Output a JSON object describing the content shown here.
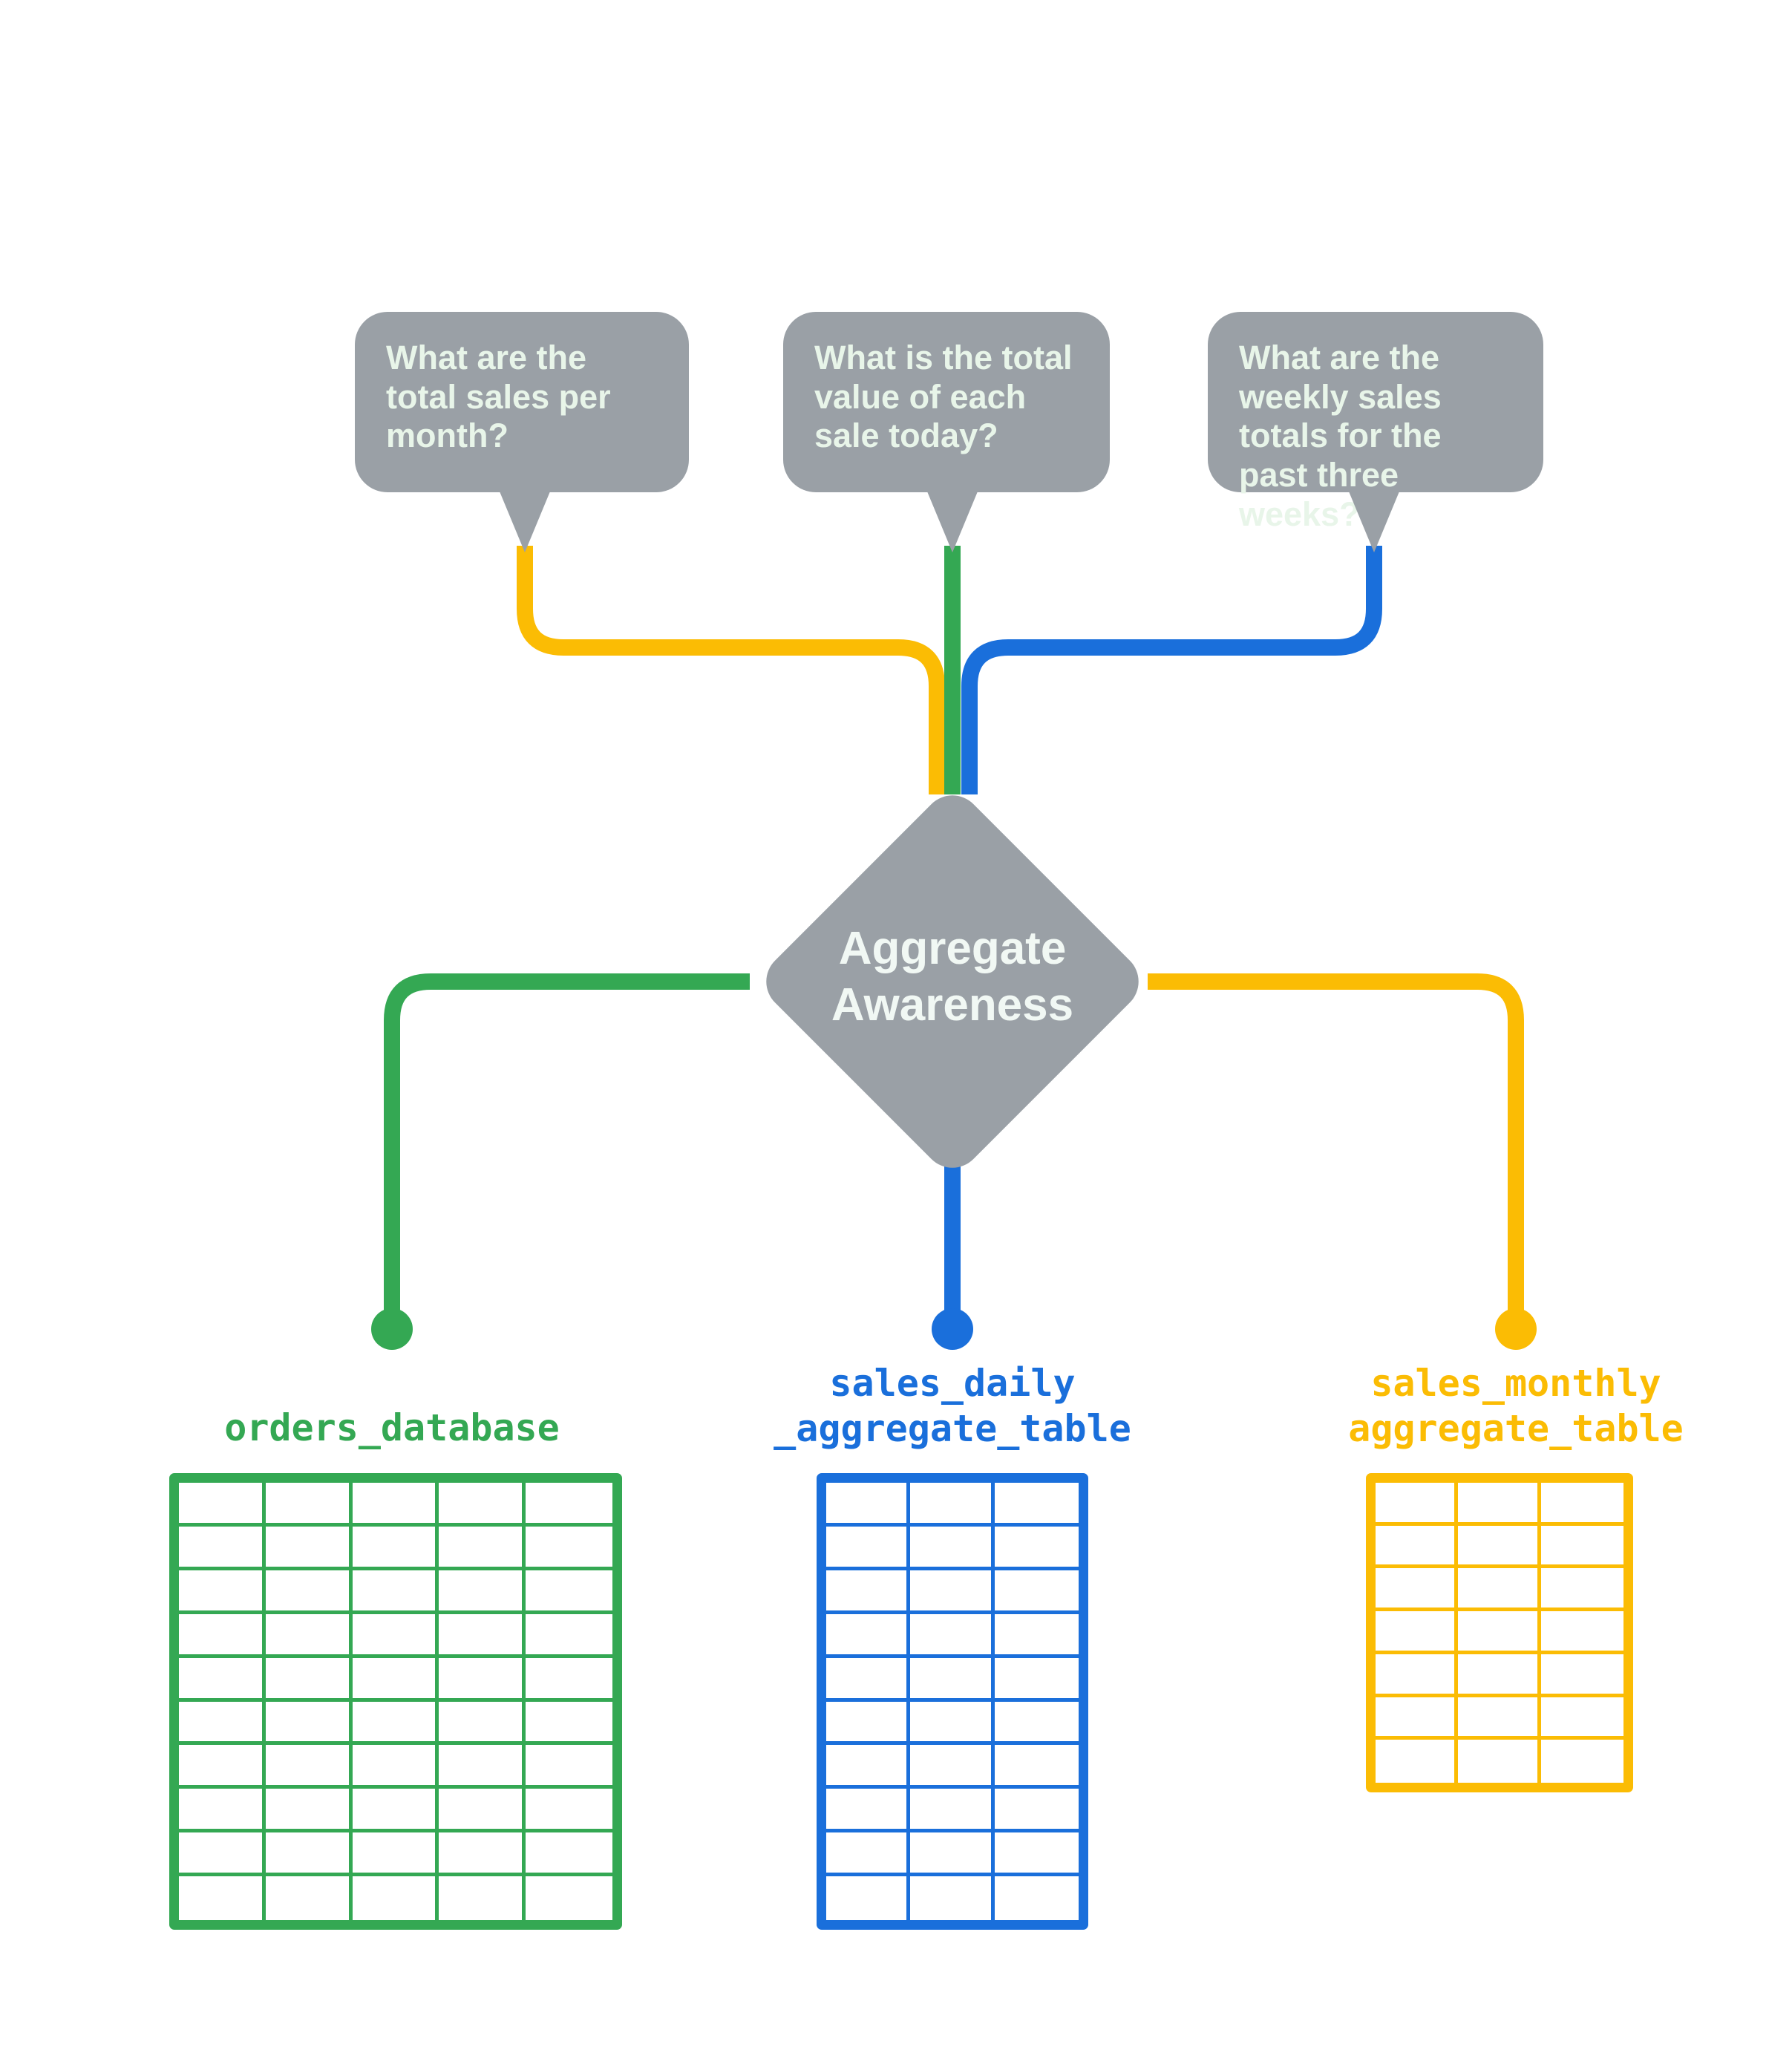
{
  "diagram": {
    "title": "Aggregate Awareness",
    "colors": {
      "gray": "#9aa0a6",
      "green": "#34a853",
      "blue": "#1a6fdb",
      "yellow": "#fbbc04",
      "bubble_text": "#e8f5e9",
      "background": "#ffffff"
    }
  },
  "questions": [
    {
      "id": "monthly",
      "text": "What are the total sales per month?",
      "connector_color": "#fbbc04"
    },
    {
      "id": "daily",
      "text": "What is the total value of each sale today?",
      "connector_color": "#34a853"
    },
    {
      "id": "weekly",
      "text": "What are the weekly sales totals for the past three weeks?",
      "connector_color": "#1a6fdb"
    }
  ],
  "center_node": {
    "label": "Aggregate\nAwareness",
    "shape": "diamond",
    "fill": "#9aa0a6"
  },
  "data_sources": [
    {
      "id": "orders",
      "caption": "orders_database",
      "color": "#34a853",
      "columns": 5,
      "rows": 10
    },
    {
      "id": "sales_daily",
      "caption": "sales_daily\n_aggregate_table",
      "color": "#1a6fdb",
      "columns": 3,
      "rows": 10
    },
    {
      "id": "sales_monthly",
      "caption": "sales_monthly\naggregate_table",
      "color": "#fbbc04",
      "columns": 3,
      "rows": 7
    }
  ]
}
